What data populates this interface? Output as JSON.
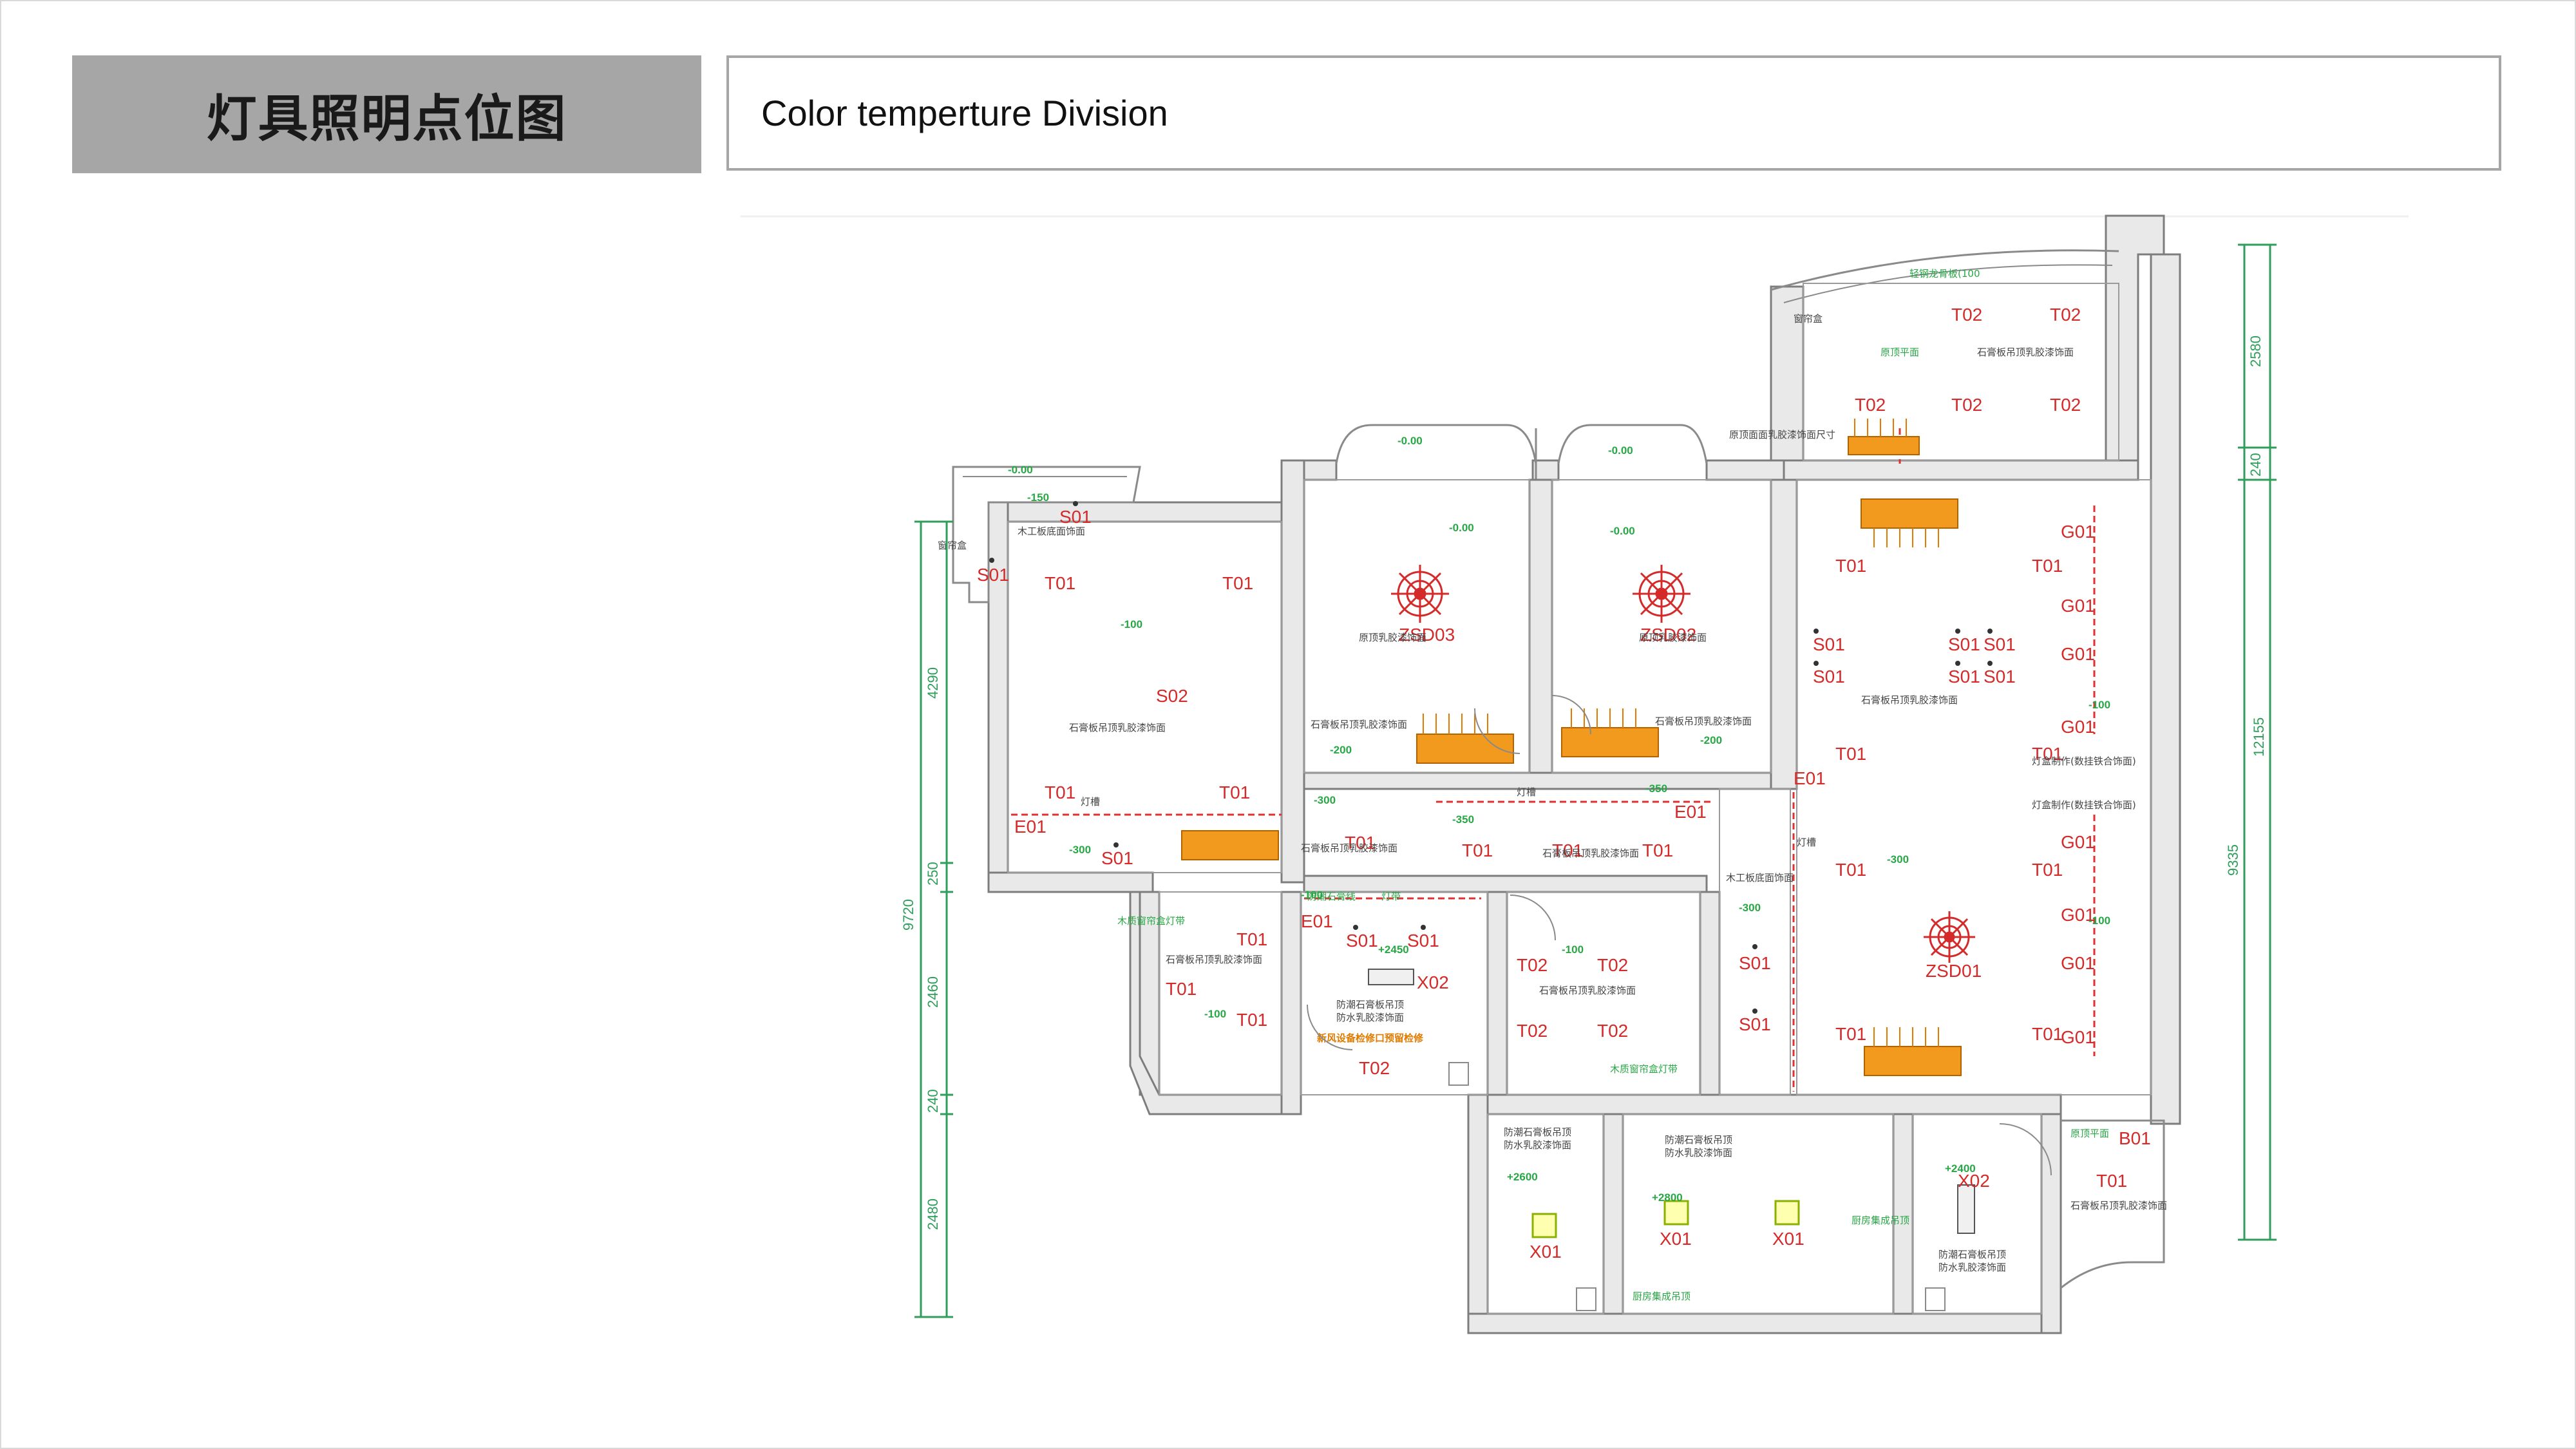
{
  "header": {
    "title": "灯具照明点位图",
    "subtitle": "Color temperture Division"
  },
  "plan": {
    "dimensions_left": [
      "4290",
      "250",
      "2460",
      "240",
      "2480",
      "9720"
    ],
    "dimensions_right": [
      "2580",
      "240",
      "12155",
      "9335"
    ],
    "fixture_codes": [
      "T01",
      "T02",
      "S01",
      "S02",
      "E01",
      "G01",
      "X01",
      "X02",
      "B01",
      "ZSD01",
      "ZSD02",
      "ZSD03"
    ],
    "level_marks": [
      "-0.00",
      "-150",
      "-100",
      "-300",
      "-200",
      "-350",
      "-350",
      "+2450",
      "+2600",
      "+2800",
      "+2400",
      "-100",
      "-200"
    ],
    "notes": [
      "石膏板吊顶乳胶漆饰面",
      "木工板底面饰面",
      "原顶乳胶漆饰面",
      "灯槽",
      "灯盒制作(数挂铁合饰面)",
      "防潮石膏板吊顶",
      "防水乳胶漆饰面",
      "厨房集成吊顶",
      "新风设备检修口",
      "原顶平面",
      "窗帘盒"
    ],
    "colors": {
      "wall": "#e9e9e9",
      "code": "#d42a2a",
      "level": "#28a745",
      "fixture_linear": "#f29a1e",
      "dimension": "#2e9e5a"
    }
  }
}
